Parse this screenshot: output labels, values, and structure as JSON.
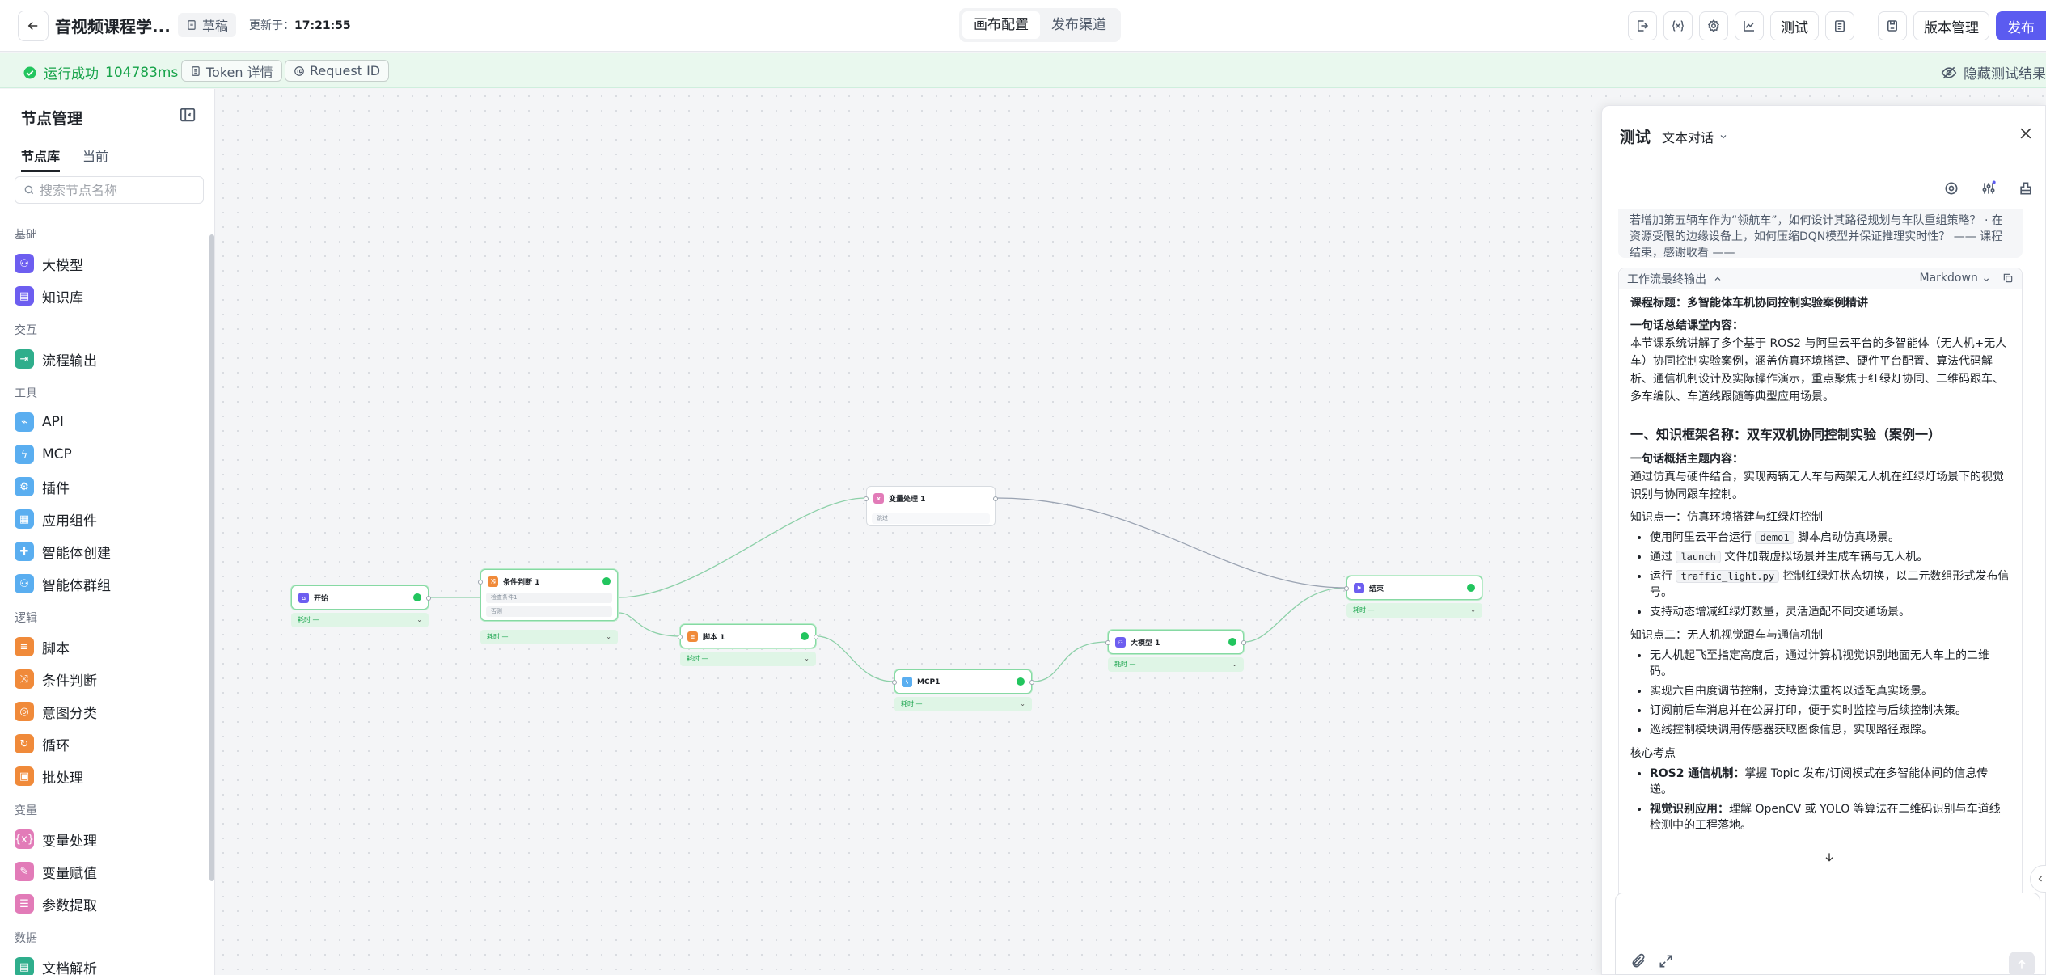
{
  "header": {
    "title": "音视频课程学...",
    "draft_label": "草稿",
    "updated_prefix": "更新于：",
    "updated_time": "17:21:55",
    "tabs": [
      {
        "label": "画布配置"
      },
      {
        "label": "发布渠道"
      }
    ],
    "test_label": "测试",
    "version_label": "版本管理",
    "publish_label": "发布"
  },
  "status": {
    "success_label": "运行成功",
    "duration": "104783ms",
    "token_label": "Token 详情",
    "request_label": "Request ID",
    "hide_label": "隐藏测试结果"
  },
  "sidebar": {
    "title": "节点管理",
    "tabs": [
      {
        "label": "节点库"
      },
      {
        "label": "当前"
      }
    ],
    "search_placeholder": "搜索节点名称",
    "categories": [
      {
        "name": "基础",
        "items": [
          {
            "label": "大模型",
            "color": "#6d5ef0"
          },
          {
            "label": "知识库",
            "color": "#6d5ef0"
          }
        ]
      },
      {
        "name": "交互",
        "items": [
          {
            "label": "流程输出",
            "color": "#2fae8c"
          }
        ]
      },
      {
        "name": "工具",
        "items": [
          {
            "label": "API",
            "color": "#5aaef0"
          },
          {
            "label": "MCP",
            "color": "#5aaef0"
          },
          {
            "label": "插件",
            "color": "#5aaef0"
          },
          {
            "label": "应用组件",
            "color": "#5aaef0"
          },
          {
            "label": "智能体创建",
            "color": "#5aaef0"
          },
          {
            "label": "智能体群组",
            "color": "#5aaef0"
          }
        ]
      },
      {
        "name": "逻辑",
        "items": [
          {
            "label": "脚本",
            "color": "#f08a3a"
          },
          {
            "label": "条件判断",
            "color": "#f08a3a"
          },
          {
            "label": "意图分类",
            "color": "#f08a3a"
          },
          {
            "label": "循环",
            "color": "#f08a3a"
          },
          {
            "label": "批处理",
            "color": "#f08a3a"
          }
        ]
      },
      {
        "name": "变量",
        "items": [
          {
            "label": "变量处理",
            "color": "#e27bb8"
          },
          {
            "label": "变量赋值",
            "color": "#e27bb8"
          },
          {
            "label": "参数提取",
            "color": "#e27bb8"
          }
        ]
      },
      {
        "name": "数据",
        "items": [
          {
            "label": "文档解析",
            "color": "#2fae8c"
          }
        ]
      }
    ]
  },
  "canvas": {
    "nodes": {
      "start": {
        "label": "开始",
        "result": "耗时 —"
      },
      "cond": {
        "label": "条件判断 1",
        "row1": "检查条件1",
        "row2": "否则",
        "result": "耗时 —"
      },
      "varproc": {
        "label": "变量处理 1",
        "sub": "跳过"
      },
      "script": {
        "label": "脚本 1",
        "result": "耗时 —"
      },
      "mcp": {
        "label": "MCP1",
        "result": "耗时 —"
      },
      "llm": {
        "label": "大模型 1",
        "result": "耗时 —"
      },
      "end": {
        "label": "结束",
        "result": "耗时 —"
      }
    }
  },
  "test_panel": {
    "title": "测试",
    "mode": "文本对话",
    "prev_msg": "若增加第五辆车作为“领航车”，如何设计其路径规划与车队重组策略？ · 在资源受限的边缘设备上，如何压缩DQN模型并保证推理实时性？ —— 课程结束，感谢收看 ——",
    "output_label": "工作流最终输出",
    "format_label": "Markdown",
    "content": {
      "course_title_label": "课程标题：",
      "course_title": "多智能体车机协同控制实验案例精讲",
      "summary_label": "一句话总结课堂内容：",
      "summary": "本节课系统讲解了多个基于 ROS2 与阿里云平台的多智能体（无人机+无人车）协同控制实验案例，涵盖仿真环境搭建、硬件平台配置、算法代码解析、通信机制设计及实际操作演示，重点聚焦于红绿灯协同、二维码跟车、多车编队、车道线跟随等典型应用场景。",
      "section1_prefix": "一、知识框架名称：",
      "section1_title": "双车双机协同控制实验（案例一）",
      "theme_label": "一句话概括主题内容：",
      "theme": "通过仿真与硬件结合，实现两辆无人车与两架无人机在红绿灯场景下的视觉识别与协同跟车控制。",
      "kp1_title": "知识点一：仿真环境搭建与红绿灯控制",
      "kp1_items": {
        "a_pre": "使用阿里云平台运行",
        "a_code": "demo1",
        "a_post": "脚本启动仿真场景。",
        "b_pre": "通过",
        "b_code": "launch",
        "b_post": "文件加载虚拟场景并生成车辆与无人机。",
        "c_pre": "运行",
        "c_code": "traffic_light.py",
        "c_post": "控制红绿灯状态切换，以二元数组形式发布信号。",
        "d": "支持动态增减红绿灯数量，灵活适配不同交通场景。"
      },
      "kp2_title": "知识点二：无人机视觉跟车与通信机制",
      "kp2_items": [
        "无人机起飞至指定高度后，通过计算机视觉识别地面无人车上的二维码。",
        "实现六自由度调节控制，支持算法重构以适配真实场景。",
        "订阅前后车消息并在公屏打印，便于实时监控与后续控制决策。",
        "巡线控制模块调用传感器获取图像信息，实现路径跟踪。"
      ],
      "core_label": "核心考点",
      "core_items": [
        {
          "bold": "ROS2 通信机制：",
          "text": "掌握 Topic 发布/订阅模式在多智能体间的信息传递。"
        },
        {
          "bold": "视觉识别应用：",
          "text": "理解 OpenCV 或 YOLO 等算法在二维码识别与车道线检测中的工程落地。"
        }
      ]
    }
  }
}
